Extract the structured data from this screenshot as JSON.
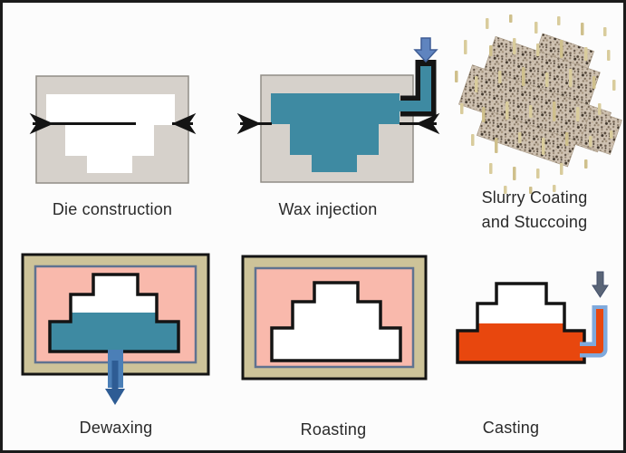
{
  "figure": {
    "description": "Investment casting process steps diagram"
  },
  "steps": [
    {
      "id": "die-construction",
      "label": "Die construction"
    },
    {
      "id": "wax-injection",
      "label": "Wax injection"
    },
    {
      "id": "slurry-coating",
      "label_line1": "Slurry Coating",
      "label_line2": "and Stuccoing"
    },
    {
      "id": "dewaxing",
      "label": "Dewaxing"
    },
    {
      "id": "roasting",
      "label": "Roasting"
    },
    {
      "id": "casting",
      "label": "Casting"
    }
  ],
  "icons": {
    "clamp_arrow_left": "inward-arrow-icon",
    "clamp_arrow_right": "inward-arrow-icon",
    "injection_arrow": "down-arrow-icon",
    "dewax_arrow": "down-arrow-icon",
    "pour_arrow": "down-arrow-icon"
  },
  "colors": {
    "background": "#fcfcfc",
    "frame_border": "#1b1b1b",
    "label_text": "#2a2a2a",
    "die_fill": "#d6d1cb",
    "die_edge": "#918d86",
    "wax_teal": "#3e8aa2",
    "outline_black": "#141414",
    "inj_arrow_fill": "#5f84bf",
    "inj_arrow_edge": "#3e5d95",
    "mold_tan": "#cdc399",
    "mold_slate": "#5f7290",
    "mold_pink": "#f9b9ac",
    "dewax_tube_blue": "#4b7fb7",
    "dewax_arrow_blue": "#2e5c94",
    "metal_orange": "#e8470e",
    "cast_tube_blue": "#7fa9dc",
    "cast_arrow_gray": "#5a6577",
    "stucco_dash": "#d9cc9c",
    "stucco_dash_dark": "#cfc08c",
    "shell_speckle_base": "#cfc2b2"
  }
}
